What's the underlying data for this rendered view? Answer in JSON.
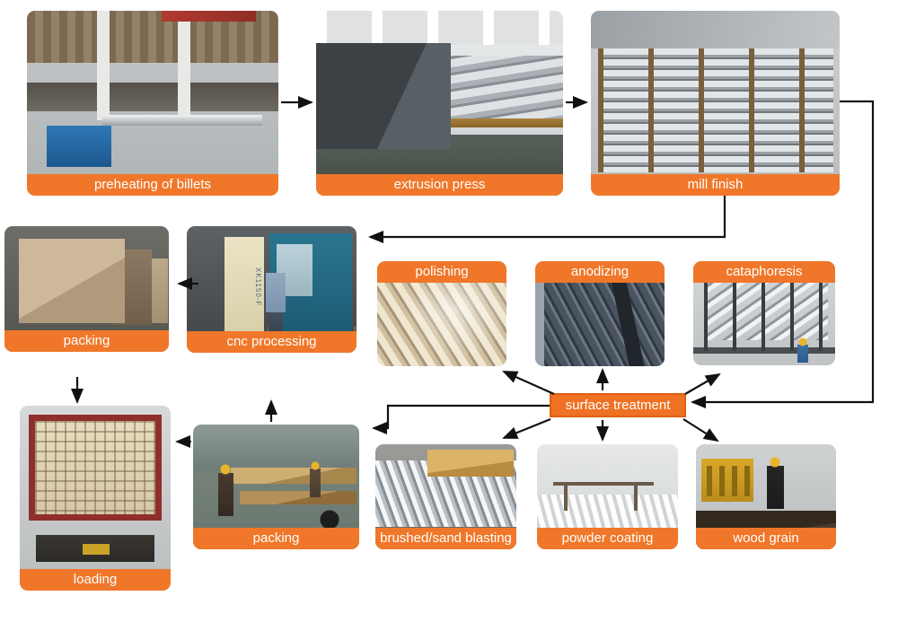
{
  "colors": {
    "accent": "#f0772a",
    "surface_box_fill": "#ee7124",
    "surface_box_border": "#df600f",
    "label_text": "#ffffff",
    "arrow": "#111111"
  },
  "nodes": {
    "preheating": {
      "label": "preheating of billets"
    },
    "extrusion": {
      "label": "extrusion press"
    },
    "mill_finish": {
      "label": "mill finish"
    },
    "packing_a": {
      "label": "packing"
    },
    "cnc": {
      "label": "cnc processing",
      "machine_text": "XK1150-F"
    },
    "polishing": {
      "label": "polishing"
    },
    "anodizing": {
      "label": "anodizing"
    },
    "cataphoresis": {
      "label": "cataphoresis"
    },
    "surface_treatment": {
      "label": "surface treatment"
    },
    "loading": {
      "label": "loading"
    },
    "packing_b": {
      "label": "packing"
    },
    "brushed": {
      "label": "brushed/sand blasting"
    },
    "powder": {
      "label": "powder coating"
    },
    "wood_grain": {
      "label": "wood grain"
    }
  },
  "edges": [
    {
      "from": "preheating of billets",
      "to": "extrusion press"
    },
    {
      "from": "extrusion press",
      "to": "mill finish"
    },
    {
      "from": "mill finish",
      "to": "cnc processing"
    },
    {
      "from": "mill finish",
      "to": "surface treatment"
    },
    {
      "from": "cnc processing",
      "to": "packing"
    },
    {
      "from": "packing",
      "to": "loading"
    },
    {
      "from": "surface treatment",
      "to": "polishing"
    },
    {
      "from": "surface treatment",
      "to": "anodizing"
    },
    {
      "from": "surface treatment",
      "to": "cataphoresis"
    },
    {
      "from": "surface treatment",
      "to": "brushed/sand blasting"
    },
    {
      "from": "surface treatment",
      "to": "powder coating"
    },
    {
      "from": "surface treatment",
      "to": "wood grain"
    },
    {
      "from": "surface treatment",
      "to": "packing (bottom)"
    },
    {
      "from": "packing (bottom)",
      "to": "cnc processing"
    },
    {
      "from": "packing (bottom)",
      "to": "loading"
    }
  ]
}
